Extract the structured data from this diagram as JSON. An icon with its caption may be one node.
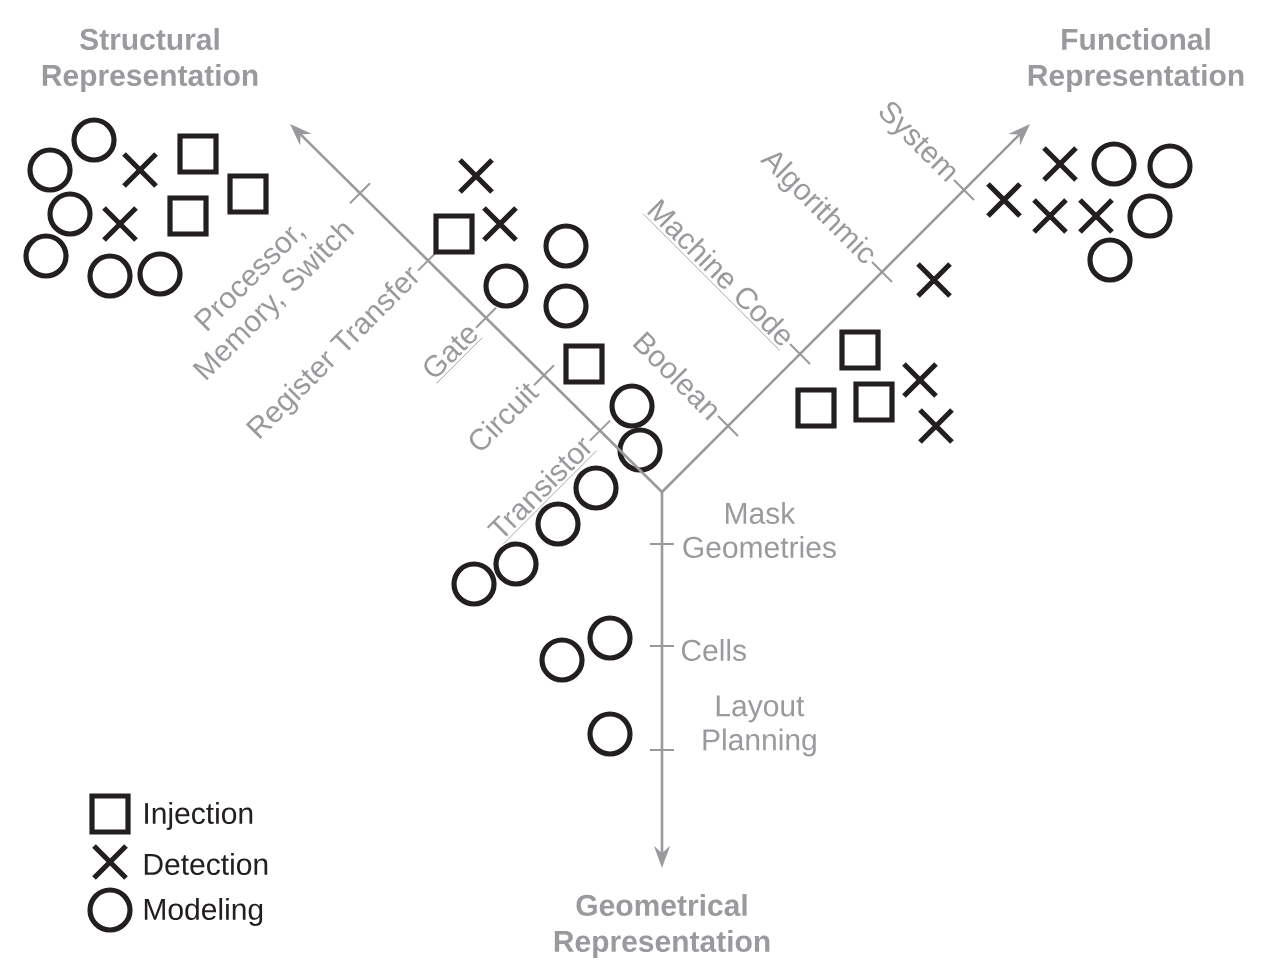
{
  "diagram": {
    "nodes": [
      {
        "text": [
          "Structural Representation"
        ]
      },
      {
        "text": [
          "Functional Representation"
        ]
      },
      {
        "text": [
          "Geometrical Representation"
        ]
      }
    ],
    "edges": [
      {
        "from": null,
        "to": 0,
        "arrow": "to"
      },
      {
        "from": null,
        "to": 1,
        "arrow": "to"
      },
      {
        "from": null,
        "to": 2,
        "arrow": "to"
      }
    ],
    "labels": [
      "Processor, Memory, Switch",
      "Register Transfer",
      "Gate",
      "Circuit",
      "Transistor",
      "System",
      "Algorithmic",
      "Machine Code",
      "Boolean",
      "Mask Geometries",
      "Cells",
      "Layout Planning"
    ],
    "legend": [
      {
        "text": "Injection"
      },
      {
        "text": "Detection"
      },
      {
        "text": "Modeling"
      }
    ]
  }
}
